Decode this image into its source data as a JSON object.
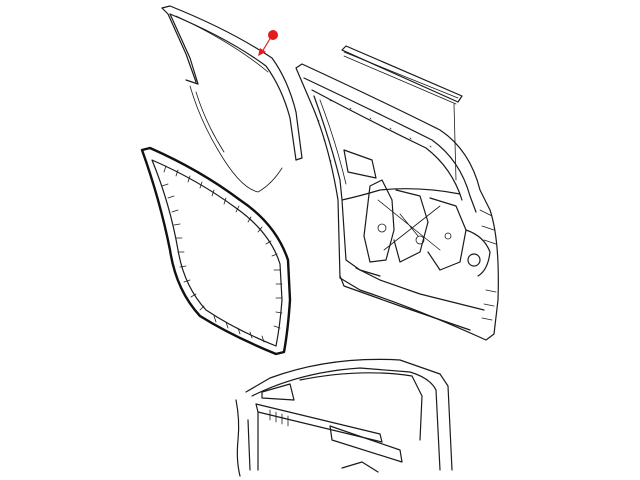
{
  "diagram": {
    "accent_color": "#e31b1b",
    "line_color": "#1a1a1a",
    "background": "#ffffff",
    "parts": [
      "glass-run-channel",
      "door-opening-weatherstrip",
      "belt-weatherstrip",
      "front-door-shell",
      "vehicle-side-view"
    ],
    "highlighted_part": "glass-run-channel",
    "callout": "red-dot-pointer"
  }
}
